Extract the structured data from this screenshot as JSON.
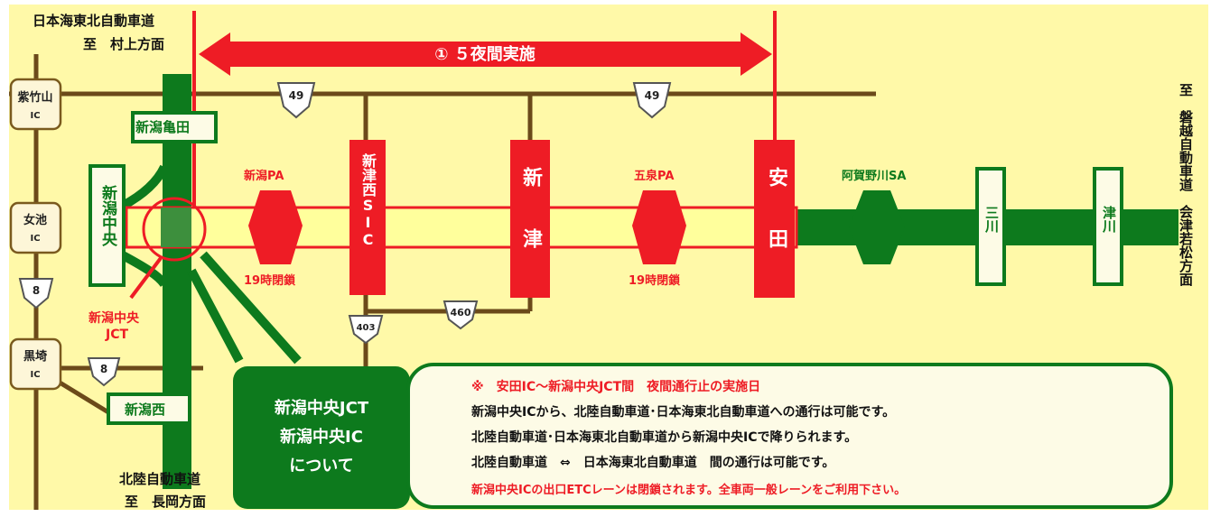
{
  "banner": {
    "label": "① ５夜間実施"
  },
  "top_left": {
    "line1": "日本海東北自動車道",
    "line2": "至　村上方面"
  },
  "bottom_left": {
    "line1": "北陸自動車道",
    "line2": "至　長岡方面"
  },
  "right_dest": "至　磐越自動車道　会津若松方面",
  "interchanges_local": [
    {
      "name": "紫竹山",
      "sub": "IC"
    },
    {
      "name": "女池",
      "sub": "IC"
    },
    {
      "name": "黒埼",
      "sub": "IC"
    }
  ],
  "route_signs": [
    "49",
    "49",
    "8",
    "8",
    "403",
    "460"
  ],
  "green_boxes": {
    "kameda": "新潟亀田",
    "nishi": "新潟西",
    "chuo": "新潟中央",
    "sanjo": "三川",
    "tsugawa": "津川"
  },
  "red_boxes": {
    "shintsu_nishi": "新津西SIC",
    "shintsu": "新津",
    "yasuda": "安田"
  },
  "parking": {
    "niigata_pa": "新潟PA",
    "gosen_pa": "五泉PA",
    "aganogawa_sa": "阿賀野川SA",
    "closed_1": "19時閉鎖",
    "closed_2": "19時閉鎖"
  },
  "jct_label": {
    "line1": "新潟中央",
    "line2": "JCT"
  },
  "info_button": {
    "line1": "新潟中央JCT",
    "line2": "新潟中央IC",
    "line3": "について"
  },
  "notice": {
    "title": "※　安田IC～新潟中央JCT間　夜間通行止の実施日",
    "lines": [
      "新潟中央ICから、北陸自動車道･日本海東北自動車道への通行は可能です。",
      "北陸自動車道･日本海東北自動車道から新潟中央ICで降りられます。",
      "北陸自動車道　⇔　日本海東北自動車道　間の通行は可能です。"
    ],
    "warning": "新潟中央ICの出口ETCレーンは閉鎖されます。全車両一般レーンをご利用下さい。"
  },
  "colors": {
    "background": "#fff9a8",
    "expressway_green": "#0d7a1d",
    "closure_yellow": "#ffff9c",
    "red": "#ee1c25",
    "brown_road": "#6b4a1a"
  }
}
